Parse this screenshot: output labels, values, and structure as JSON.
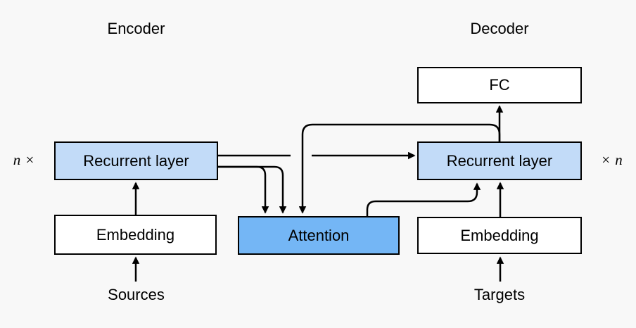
{
  "diagram": {
    "background_color": "#F8F8F8",
    "colors": {
      "recurrent_fill": "#C2DBF8",
      "attention_fill": "#74B6F5",
      "plain_fill": "#FFFFFF",
      "line_color": "#000000"
    },
    "encoder": {
      "title": "Encoder",
      "repeat_label": {
        "n": "n",
        "times": "×"
      },
      "recurrent_label": "Recurrent layer",
      "embedding_label": "Embedding",
      "input_label": "Sources"
    },
    "decoder": {
      "title": "Decoder",
      "repeat_label": {
        "n": "n",
        "times": "×"
      },
      "fc_label": "FC",
      "recurrent_label": "Recurrent layer",
      "embedding_label": "Embedding",
      "input_label": "Targets"
    },
    "attention": {
      "label": "Attention"
    },
    "connections": [
      {
        "from": "Sources",
        "to": "Encoder Embedding"
      },
      {
        "from": "Encoder Embedding",
        "to": "Encoder Recurrent layer"
      },
      {
        "from": "Encoder Recurrent layer",
        "to": "Decoder Recurrent layer"
      },
      {
        "from": "Encoder Recurrent layer",
        "to": "Attention",
        "count": 2
      },
      {
        "from": "Decoder Recurrent layer",
        "to": "Attention"
      },
      {
        "from": "Attention",
        "to": "Decoder Recurrent layer"
      },
      {
        "from": "Targets",
        "to": "Decoder Embedding"
      },
      {
        "from": "Decoder Embedding",
        "to": "Decoder Recurrent layer"
      },
      {
        "from": "Decoder Recurrent layer",
        "to": "FC"
      }
    ]
  }
}
